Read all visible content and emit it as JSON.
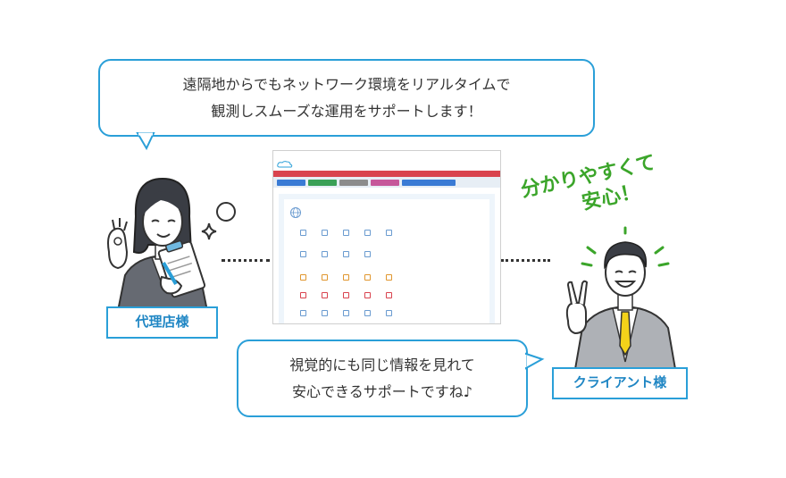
{
  "top_bubble": {
    "line1": "遠隔地からでもネットワーク環境をリアルタイムで",
    "line2": "観測しスムーズな運用をサポートします！"
  },
  "bottom_bubble": {
    "line1": "視覚的にも同じ情報を見れて",
    "line2": "安心できるサポートですね♪"
  },
  "agent_label": "代理店様",
  "client_label": "クライアント様",
  "exclamation": {
    "line1": "分かりやすくて",
    "line2": "安心！"
  },
  "colors": {
    "accent_blue": "#2a9fd8",
    "exclaim_green": "#3ba52a",
    "alert_red": "#d9434e",
    "tie_yellow": "#f3d21a"
  },
  "icons": [
    "speech-bubble-icon",
    "agent-woman-icon",
    "clipboard-icon",
    "sparkle-icon",
    "client-man-icon",
    "peace-sign-hand-icon",
    "monitor-screenshot-icon"
  ]
}
